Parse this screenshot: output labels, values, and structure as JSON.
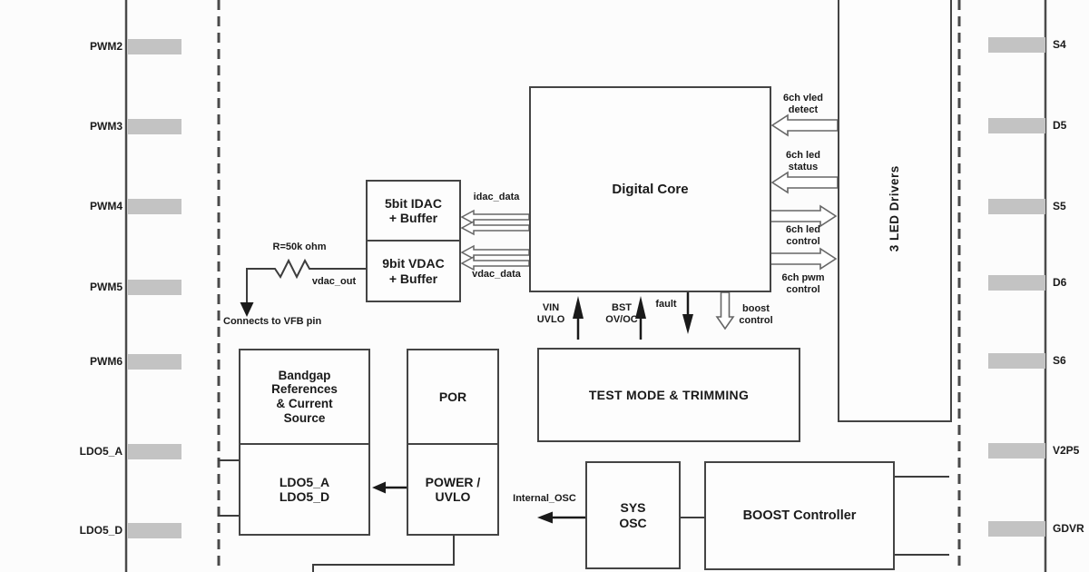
{
  "pins": {
    "left": [
      "PWM2",
      "PWM3",
      "PWM4",
      "PWM5",
      "PWM6",
      "LDO5_A",
      "LDO5_D"
    ],
    "right": [
      "S4",
      "D5",
      "S5",
      "D6",
      "S6",
      "V2P5",
      "GDVR"
    ]
  },
  "blocks": {
    "digital_core": "Digital Core",
    "idac": "5bit IDAC\n+ Buffer",
    "vdac": "9bit VDAC\n+ Buffer",
    "bandgap": "Bandgap\nReferences\n& Current\nSource",
    "ldo5": "LDO5_A\nLDO5_D",
    "por": "POR",
    "power_uvlo": "POWER /\nUVLO",
    "test_mode": "TEST MODE & TRIMMING",
    "sys_osc": "SYS\nOSC",
    "boost": "BOOST Controller",
    "led_drivers": "3 LED Drivers"
  },
  "signals": {
    "idac_data": "idac_data",
    "vdac_data": "vdac_data",
    "vdac_out": "vdac_out",
    "resistor_value": "R=50k ohm",
    "vfb_note": "Connects to VFB pin",
    "vin_uvlo": "VIN\nUVLO",
    "bst_ovoc": "BST\nOV/OC",
    "fault": "fault",
    "boost_control": "boost\ncontrol",
    "vled_detect": "6ch vled\ndetect",
    "led_status": "6ch led\nstatus",
    "led_control": "6ch led\ncontrol",
    "pwm_control": "6ch pwm\ncontrol",
    "internal_osc": "Internal_OSC"
  },
  "colors": {
    "pad_fill": "#c3c3c3",
    "line": "#3d3d3d",
    "text": "#1a1a1a",
    "hollow_arrow_fill": "#ffffff",
    "background": "#fcfcfc"
  }
}
